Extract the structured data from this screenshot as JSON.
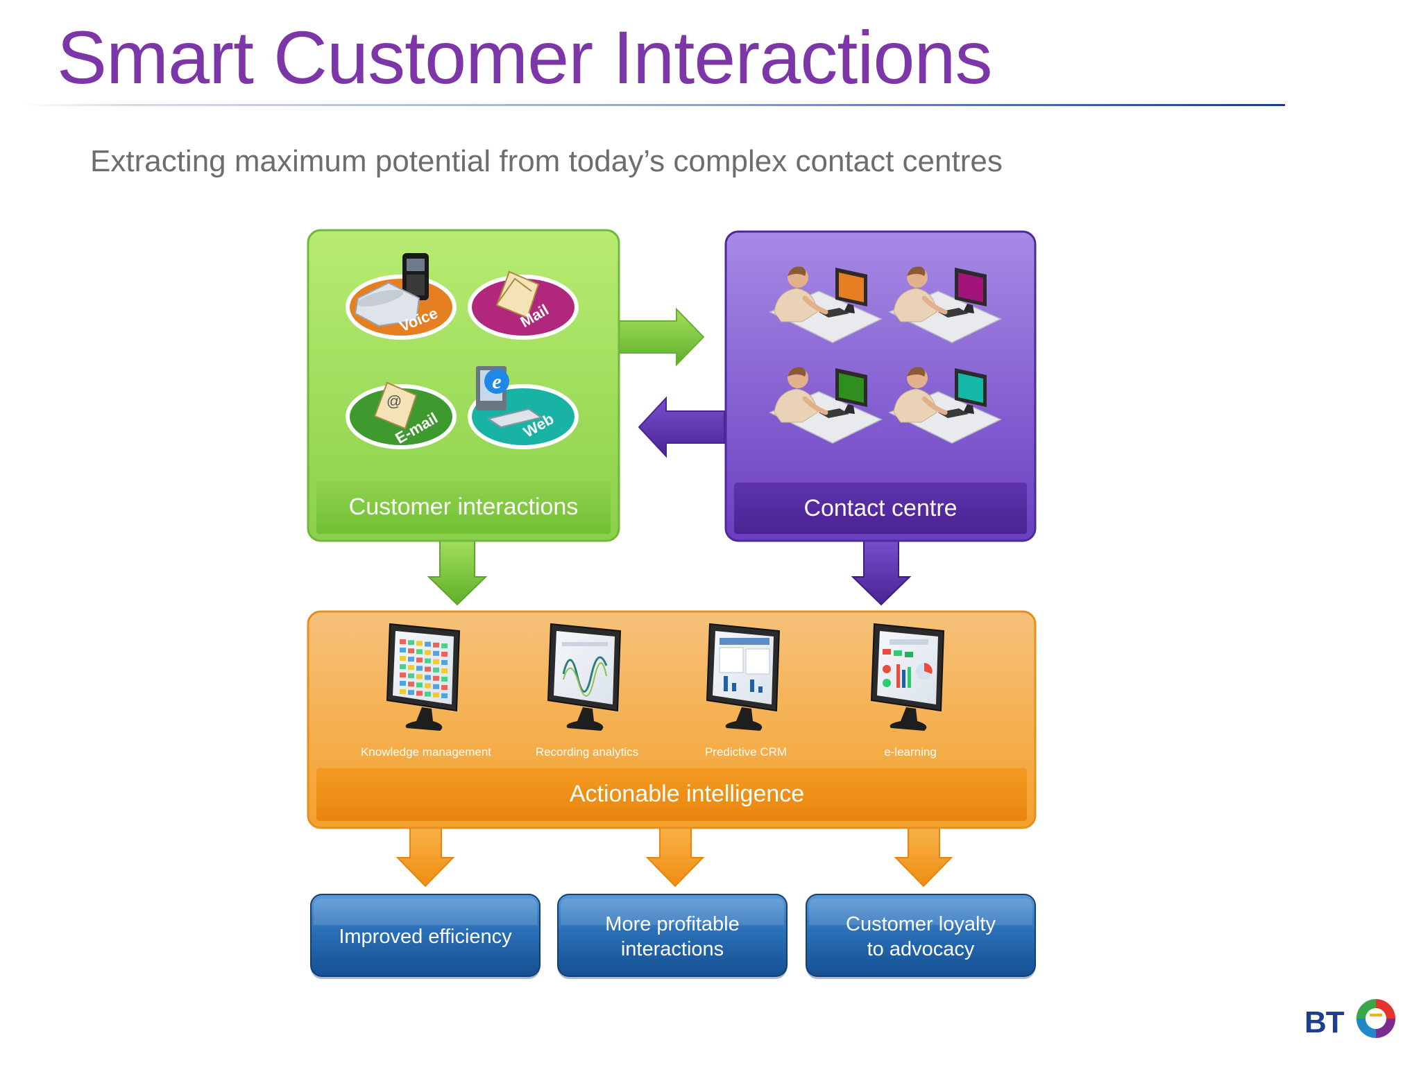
{
  "slide": {
    "title": "Smart Customer Interactions",
    "subtitle": "Extracting maximum potential from today’s complex contact centres"
  },
  "customer_interactions": {
    "label": "Customer interactions",
    "channels": [
      {
        "label": "Voice",
        "color": "#e67e22",
        "icon": "telephone-icon"
      },
      {
        "label": "Mail",
        "color": "#b0277c",
        "icon": "envelope-icon"
      },
      {
        "label": "E-mail",
        "color": "#3e9a2f",
        "icon": "email-envelope-icon"
      },
      {
        "label": "Web",
        "color": "#19b3a5",
        "icon": "computer-browser-icon"
      }
    ]
  },
  "contact_centre": {
    "label": "Contact centre",
    "agent_screen_colors": [
      "#e67e22",
      "#a3147a",
      "#2f8f1e",
      "#14b8a6"
    ]
  },
  "actionable_intelligence": {
    "label": "Actionable intelligence",
    "tools": [
      {
        "label": "Knowledge management",
        "icon": "monitor-grid-icon"
      },
      {
        "label": "Recording analytics",
        "icon": "monitor-wave-icon"
      },
      {
        "label": "Predictive CRM",
        "icon": "monitor-crm-icon"
      },
      {
        "label": "e-learning",
        "icon": "monitor-dashboard-icon"
      }
    ]
  },
  "outcomes": [
    {
      "lines": [
        "Improved efficiency"
      ]
    },
    {
      "lines": [
        "More profitable",
        "interactions"
      ]
    },
    {
      "lines": [
        "Customer loyalty",
        "to advocacy"
      ]
    }
  ],
  "logo": {
    "text": "BT"
  },
  "colors": {
    "title": "#7d36a8",
    "green_panel": "#8fd14f",
    "purple_panel": "#6a3fc0",
    "orange_panel": "#f5a233",
    "blue_outcome": "#1f5fa6"
  }
}
